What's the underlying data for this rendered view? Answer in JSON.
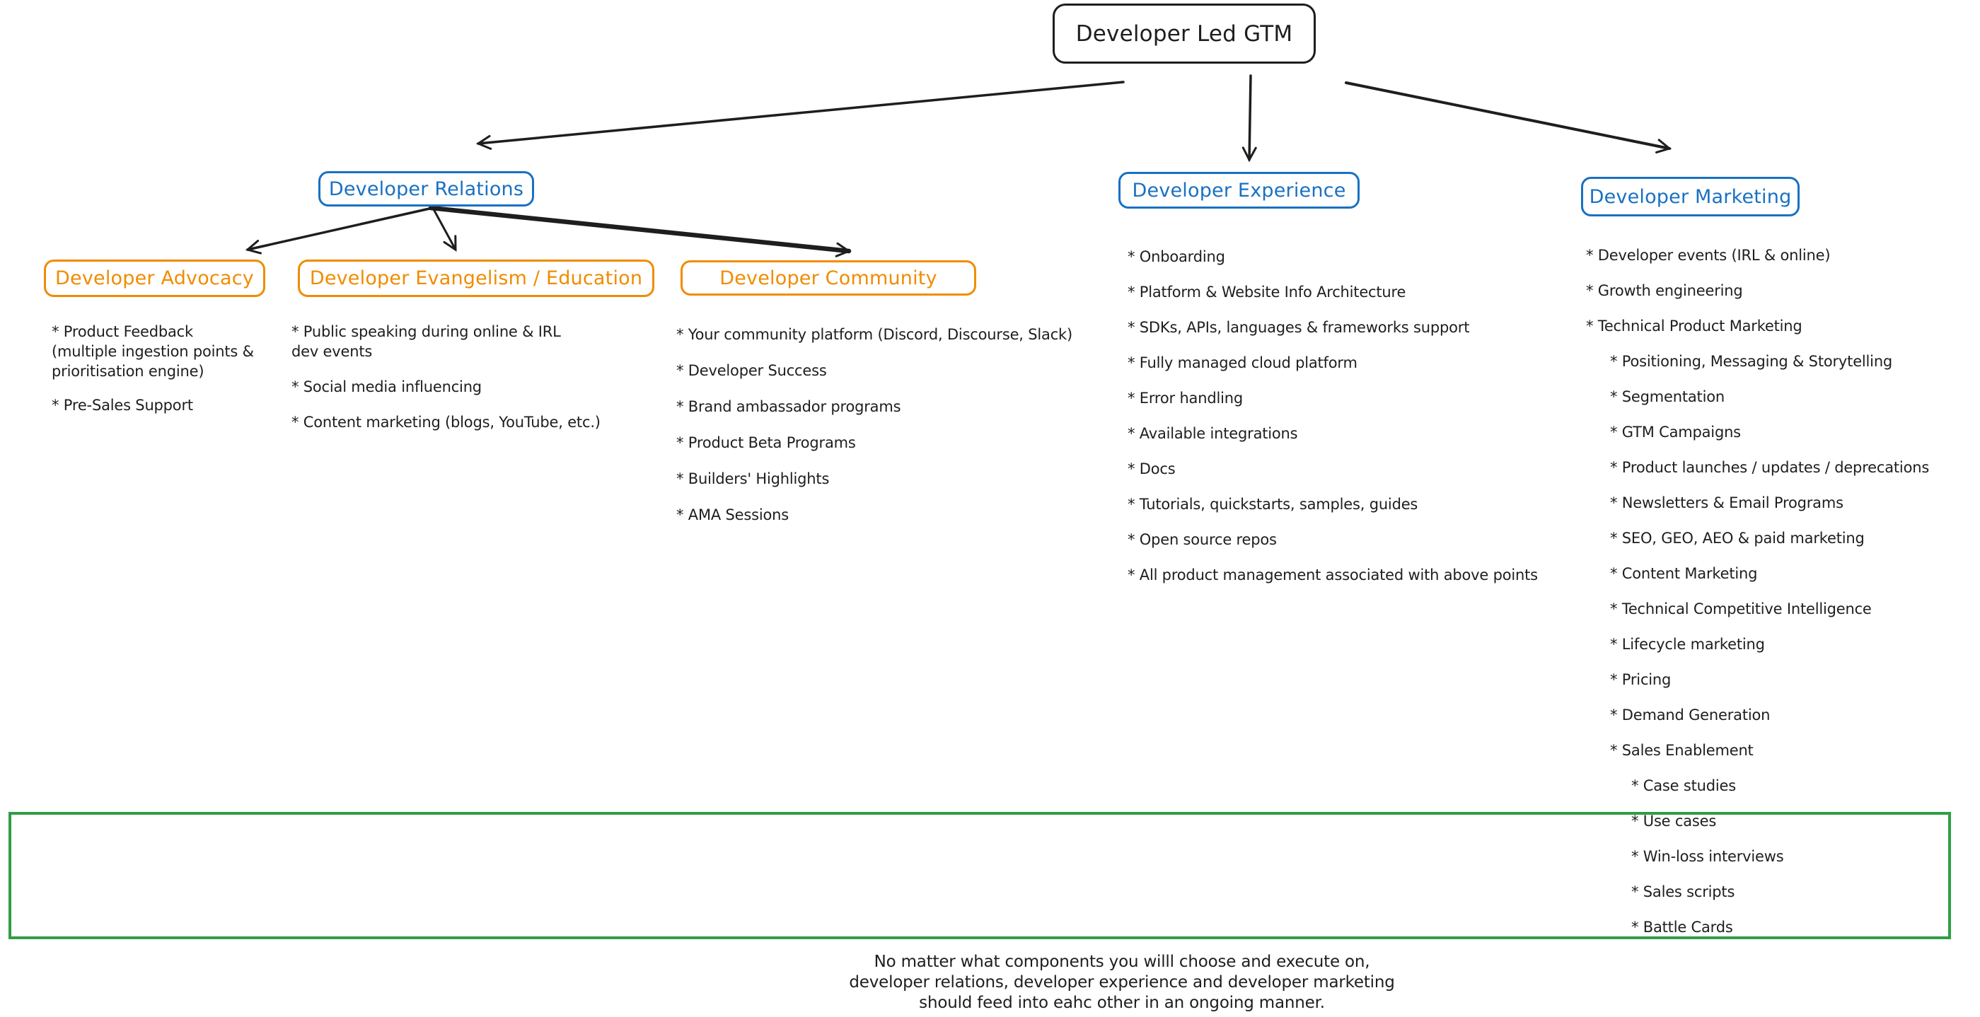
{
  "title": "Developer Led GTM",
  "colors": {
    "ink": "#1e1e1e",
    "blue": "#1971c2",
    "orange": "#f08c00",
    "green": "#2f9e44"
  },
  "branches": {
    "relations": {
      "label": "Developer Relations",
      "children": {
        "advocacy": {
          "label": "Developer Advocacy",
          "items": [
            "* Product Feedback\n(multiple ingestion points &\nprioritisation engine)",
            "* Pre-Sales Support"
          ]
        },
        "evangelism": {
          "label": "Developer Evangelism / Education",
          "items": [
            "* Public speaking during online & IRL\ndev events",
            "* Social media influencing",
            "* Content marketing (blogs, YouTube, etc.)"
          ]
        },
        "community": {
          "label": "Developer Community",
          "items": [
            "* Your community platform (Discord, Discourse, Slack)",
            "* Developer Success",
            "* Brand ambassador programs",
            "* Product Beta Programs",
            "* Builders' Highlights",
            "* AMA Sessions"
          ]
        }
      }
    },
    "experience": {
      "label": "Developer Experience",
      "items": [
        "* Onboarding",
        "* Platform & Website Info Architecture",
        "* SDKs, APIs, languages & frameworks support",
        "* Fully managed cloud platform",
        "* Error handling",
        "* Available integrations",
        "* Docs",
        "* Tutorials, quickstarts, samples, guides",
        "* Open source repos",
        "* All product management associated with above points"
      ]
    },
    "marketing": {
      "label": "Developer Marketing",
      "items": [
        {
          "text": "* Developer events (IRL & online)",
          "indent": 0
        },
        {
          "text": "* Growth engineering",
          "indent": 0
        },
        {
          "text": "* Technical Product Marketing",
          "indent": 0
        },
        {
          "text": "* Positioning, Messaging & Storytelling",
          "indent": 1
        },
        {
          "text": "* Segmentation",
          "indent": 1
        },
        {
          "text": "* GTM Campaigns",
          "indent": 1
        },
        {
          "text": "* Product launches / updates / deprecations",
          "indent": 1
        },
        {
          "text": "* Newsletters & Email Programs",
          "indent": 1
        },
        {
          "text": "* SEO, GEO, AEO & paid marketing",
          "indent": 1
        },
        {
          "text": "* Content Marketing",
          "indent": 1
        },
        {
          "text": "* Technical Competitive Intelligence",
          "indent": 1
        },
        {
          "text": "* Lifecycle marketing",
          "indent": 1
        },
        {
          "text": "* Pricing",
          "indent": 1
        },
        {
          "text": "* Demand Generation",
          "indent": 1
        },
        {
          "text": "* Sales Enablement",
          "indent": 1
        },
        {
          "text": "* Case studies",
          "indent": 2
        },
        {
          "text": "* Use cases",
          "indent": 2
        },
        {
          "text": "* Win-loss interviews",
          "indent": 2
        },
        {
          "text": "* Sales scripts",
          "indent": 2
        },
        {
          "text": "* Battle Cards",
          "indent": 2
        }
      ]
    }
  },
  "footnote": "No matter what components you willl choose and execute on,\ndeveloper relations, developer experience and developer marketing\nshould feed into eahc other in an ongoing manner."
}
